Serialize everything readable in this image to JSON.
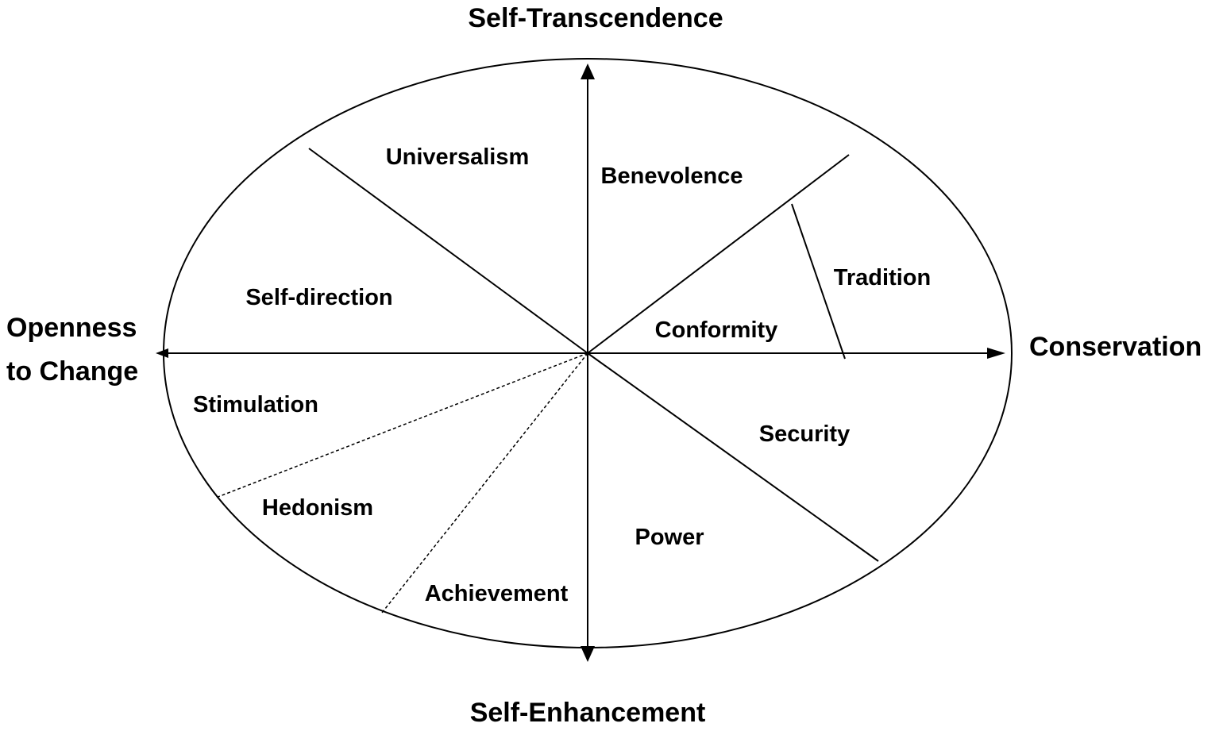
{
  "axes": {
    "top": "Self-Transcendence",
    "bottom": "Self-Enhancement",
    "left_line1": "Openness",
    "left_line2": "to Change",
    "right": "Conservation"
  },
  "values": {
    "universalism": "Universalism",
    "benevolence": "Benevolence",
    "tradition": "Tradition",
    "conformity": "Conformity",
    "security": "Security",
    "power": "Power",
    "achievement": "Achievement",
    "hedonism": "Hedonism",
    "stimulation": "Stimulation",
    "self_direction": "Self-direction"
  },
  "colors": {
    "stroke": "#000000",
    "background": "#ffffff",
    "text": "#000000"
  }
}
